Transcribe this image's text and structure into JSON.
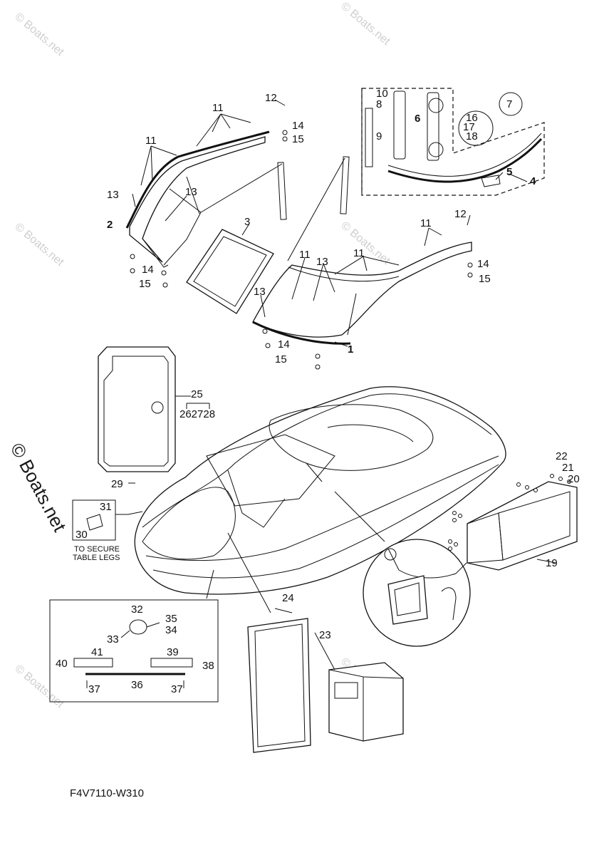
{
  "diagram_code": "F4V7110-W310",
  "watermark": "© Boats.net",
  "callouts": {
    "c1": "1",
    "c2": "2",
    "c3": "3",
    "c4": "4",
    "c5": "5",
    "c6": "6",
    "c7": "7",
    "c8": "8",
    "c9": "9",
    "c10": "10",
    "c11": "11",
    "c12": "12",
    "c13": "13",
    "c14": "14",
    "c15": "15",
    "c16": "16",
    "c17": "17",
    "c18": "18",
    "c19": "19",
    "c20": "20",
    "c21": "21",
    "c22": "22",
    "c23": "23",
    "c24": "24",
    "c25": "25",
    "c262728": "262728",
    "c29": "29",
    "c30": "30",
    "c31": "31",
    "c32": "32",
    "c33": "33",
    "c34": "34",
    "c35": "35",
    "c36": "36",
    "c37": "37",
    "c38": "38",
    "c39": "39",
    "c40": "40",
    "c41": "41"
  },
  "table_note": {
    "line1": "TO SECURE",
    "line2": "TABLE LEGS"
  }
}
